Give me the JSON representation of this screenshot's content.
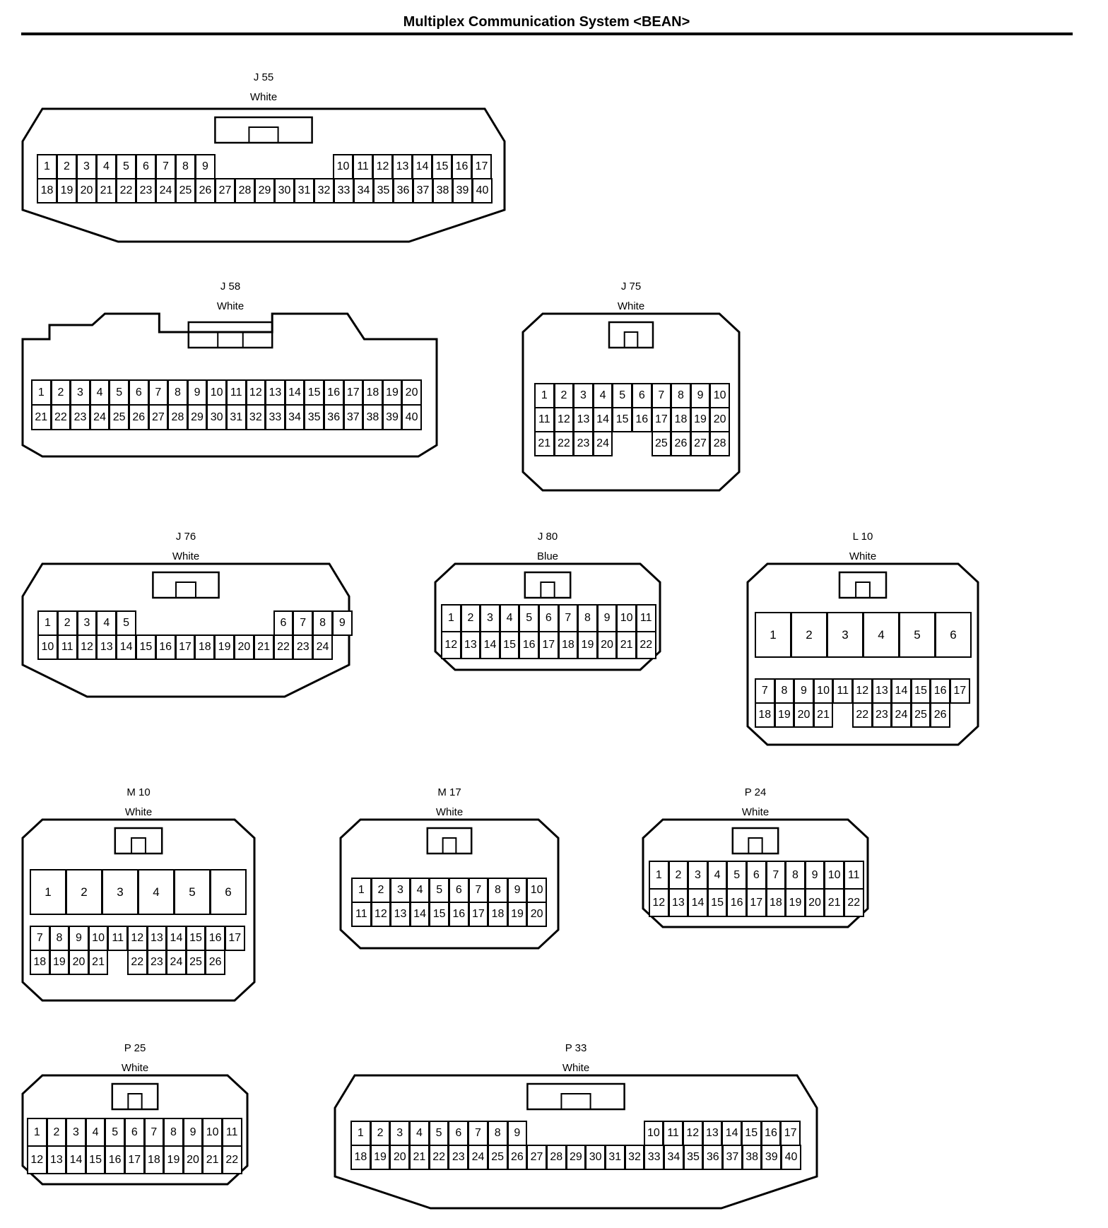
{
  "title": "Multiplex Communication System <BEAN>",
  "connectors": [
    {
      "id": "J 55",
      "color": "White",
      "cols": 17,
      "rows": [
        [
          "1",
          "2",
          "3",
          "4",
          "5",
          "6",
          "7",
          "8",
          "9",
          "",
          "",
          "",
          "",
          "",
          "",
          "",
          "",
          "",
          ""
        ],
        [
          "18",
          "19",
          "20",
          "21",
          "22",
          "23",
          "24",
          "25",
          "26",
          "27",
          "28",
          "29",
          "30",
          "31",
          "32",
          "33",
          "34",
          "35",
          "36",
          "37",
          "38",
          "39",
          "40"
        ]
      ]
    },
    {
      "id": "J 58",
      "color": "White",
      "rows": [
        [
          "1",
          "2",
          "3",
          "4",
          "5",
          "6",
          "7",
          "8",
          "9",
          "10",
          "11",
          "12",
          "13",
          "14",
          "15",
          "16",
          "17",
          "18",
          "19",
          "20"
        ],
        [
          "21",
          "22",
          "23",
          "24",
          "25",
          "26",
          "27",
          "28",
          "29",
          "30",
          "31",
          "32",
          "33",
          "34",
          "35",
          "36",
          "37",
          "38",
          "39",
          "40"
        ]
      ]
    },
    {
      "id": "J 75",
      "color": "White",
      "rows": [
        [
          "1",
          "2",
          "3",
          "4",
          "5",
          "6",
          "7",
          "8",
          "9",
          "10"
        ],
        [
          "11",
          "12",
          "13",
          "14",
          "15",
          "16",
          "17",
          "18",
          "19",
          "20"
        ],
        [
          "21",
          "22",
          "23",
          "24",
          "",
          "",
          "25",
          "26",
          "27",
          "28"
        ]
      ]
    },
    {
      "id": "J 76",
      "color": "White",
      "rows": [
        [
          "1",
          "2",
          "3",
          "4",
          "5",
          "",
          "",
          "",
          "",
          "",
          "",
          "",
          "6",
          "7",
          "8",
          "9"
        ],
        [
          "10",
          "11",
          "12",
          "13",
          "14",
          "15",
          "16",
          "17",
          "18",
          "19",
          "20",
          "21",
          "22",
          "23",
          "24"
        ]
      ]
    },
    {
      "id": "J 80",
      "color": "Blue",
      "rows": [
        [
          "1",
          "2",
          "3",
          "4",
          "5",
          "6",
          "7",
          "8",
          "9",
          "10",
          "11"
        ],
        [
          "12",
          "13",
          "14",
          "15",
          "16",
          "17",
          "18",
          "19",
          "20",
          "21",
          "22"
        ]
      ]
    },
    {
      "id": "L 10",
      "color": "White",
      "big": [
        "1",
        "2",
        "3",
        "4",
        "5",
        "6"
      ],
      "rows": [
        [
          "7",
          "8",
          "9",
          "10",
          "11",
          "12",
          "13",
          "14",
          "15",
          "16",
          "17"
        ],
        [
          "18",
          "19",
          "20",
          "21",
          "",
          "22",
          "23",
          "24",
          "25",
          "26"
        ]
      ]
    },
    {
      "id": "M 10",
      "color": "White",
      "big": [
        "1",
        "2",
        "3",
        "4",
        "5",
        "6"
      ],
      "rows": [
        [
          "7",
          "8",
          "9",
          "10",
          "11",
          "12",
          "13",
          "14",
          "15",
          "16",
          "17"
        ],
        [
          "18",
          "19",
          "20",
          "21",
          "",
          "22",
          "23",
          "24",
          "25",
          "26"
        ]
      ]
    },
    {
      "id": "M 17",
      "color": "White",
      "rows": [
        [
          "1",
          "2",
          "3",
          "4",
          "5",
          "6",
          "7",
          "8",
          "9",
          "10"
        ],
        [
          "11",
          "12",
          "13",
          "14",
          "15",
          "16",
          "17",
          "18",
          "19",
          "20"
        ]
      ]
    },
    {
      "id": "P 24",
      "color": "White",
      "rows": [
        [
          "1",
          "2",
          "3",
          "4",
          "5",
          "6",
          "7",
          "8",
          "9",
          "10",
          "11"
        ],
        [
          "12",
          "13",
          "14",
          "15",
          "16",
          "17",
          "18",
          "19",
          "20",
          "21",
          "22"
        ]
      ]
    },
    {
      "id": "P 25",
      "color": "White",
      "rows": [
        [
          "1",
          "2",
          "3",
          "4",
          "5",
          "6",
          "7",
          "8",
          "9",
          "10",
          "11"
        ],
        [
          "12",
          "13",
          "14",
          "15",
          "16",
          "17",
          "18",
          "19",
          "20",
          "21",
          "22"
        ]
      ]
    },
    {
      "id": "P 33",
      "color": "White",
      "rows": [
        [
          "1",
          "2",
          "3",
          "4",
          "5",
          "6",
          "7",
          "8",
          "9",
          "",
          "",
          "",
          "",
          "",
          "",
          "",
          "",
          "",
          ""
        ],
        [
          "18",
          "19",
          "20",
          "21",
          "22",
          "23",
          "24",
          "25",
          "26",
          "27",
          "28",
          "29",
          "30",
          "31",
          "32",
          "33",
          "34",
          "35",
          "36",
          "37",
          "38",
          "39",
          "40"
        ]
      ]
    }
  ]
}
